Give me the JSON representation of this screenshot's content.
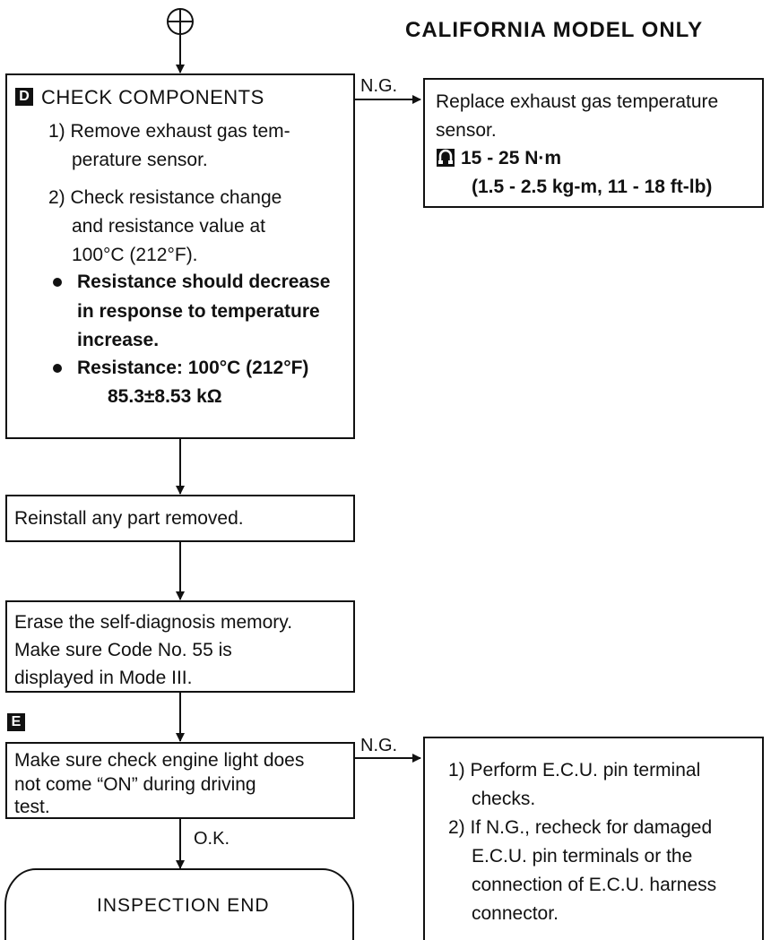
{
  "header": {
    "model_note": "CALIFORNIA MODEL ONLY"
  },
  "step_d": {
    "marker": "D",
    "title": "CHECK COMPONENTS",
    "item1_line1": "1) Remove exhaust gas tem-",
    "item1_line2": "perature sensor.",
    "item2_line1": "2) Check resistance change",
    "item2_line2": "and resistance value at",
    "item2_line3": "100°C (212°F).",
    "spec1_line1": "Resistance should decrease",
    "spec1_line2": "in response to temperature",
    "spec1_line3": "increase.",
    "spec2_line1": "Resistance:  100°C (212°F)",
    "spec2_line2": "85.3±8.53 kΩ"
  },
  "ng_label_1": "N.G.",
  "replace_box": {
    "line1": "Replace exhaust gas temperature",
    "line2": "sensor.",
    "torque_icon": "torque-wrench-icon",
    "torque_line1": "15 - 25 N·m",
    "torque_line2": "(1.5 - 2.5 kg-m, 11 - 18 ft-lb)"
  },
  "reinstall_box": {
    "text": "Reinstall any part removed."
  },
  "erase_box": {
    "line1": "Erase the self-diagnosis memory.",
    "line2": "Make sure Code No. 55 is",
    "line3": "displayed in Mode III."
  },
  "step_e": {
    "marker": "E",
    "line1": "Make sure check engine light does",
    "line2": "not come “ON” during driving",
    "line3": "test."
  },
  "ng_label_2": "N.G.",
  "ok_label": "O.K.",
  "ecu_box": {
    "item1_line1": "1) Perform E.C.U. pin terminal",
    "item1_line2": "checks.",
    "item2_line1": "2) If N.G., recheck for damaged",
    "item2_line2": "E.C.U. pin terminals or the",
    "item2_line3": "connection of E.C.U. harness",
    "item2_line4": "connector."
  },
  "end_box": {
    "text": "INSPECTION END"
  },
  "connector_icon": "crosshair-connector-icon"
}
